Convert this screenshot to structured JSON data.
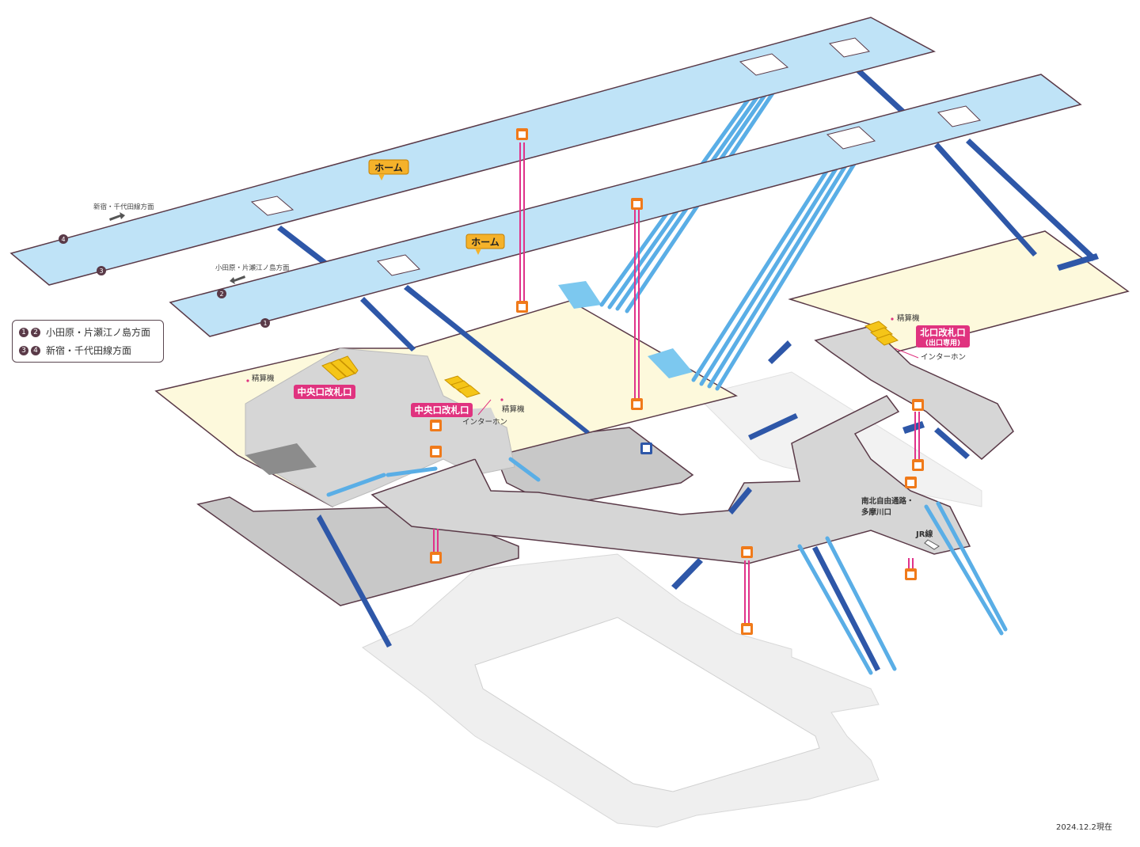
{
  "platforms": {
    "home_label_1": "ホーム",
    "home_label_2": "ホーム"
  },
  "directions": {
    "upper_dir": "新宿・千代田線方面",
    "lower_dir": "小田原・片瀬江ノ島方面",
    "track_1": "1",
    "track_2": "2",
    "track_3": "3",
    "track_4": "4"
  },
  "legend": {
    "row1_a": "1",
    "row1_b": "2",
    "row1_text": "小田原・片瀬江ノ島方面",
    "row2_a": "3",
    "row2_b": "4",
    "row2_text": "新宿・千代田線方面"
  },
  "gates": {
    "central_gate_1": "中央口改札口",
    "central_gate_2": "中央口改札口",
    "north_gate": "北口改札口",
    "north_gate_note": "(出口専用)"
  },
  "facilities": {
    "fare_adjust_1": "精算機",
    "fare_adjust_2": "精算機",
    "fare_adjust_3": "精算機",
    "intercom_1": "インターホン",
    "intercom_2": "インターホン",
    "concourse_label_line1": "南北自由通路・",
    "concourse_label_line2": "多摩川口",
    "jr_line": "JR線"
  },
  "footer": {
    "date": "2024.12.2現在"
  },
  "colors": {
    "platform": "#bfe3f7",
    "platform_edge": "#5a3a48",
    "concourse_yellow": "#fdf9dc",
    "concourse_gray": "#d6d6d6",
    "ground": "#efefef",
    "stairs": "#2e57a8",
    "escalator": "#5aaee6",
    "elevator": "#e0338a",
    "gate_label": "#e0337f",
    "home_label": "#f5b22a",
    "gate_machine": "#f5c518"
  },
  "icons": [
    "elevator-icon",
    "toilet-icon",
    "arrow-icon",
    "stairs-icon",
    "escalator-icon"
  ]
}
